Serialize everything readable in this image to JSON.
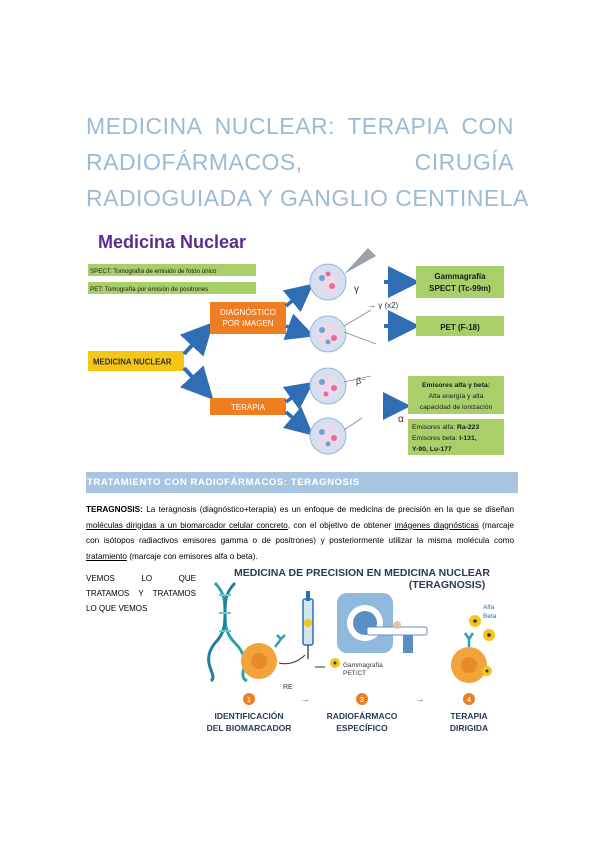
{
  "title": {
    "line1": [
      "MEDICINA",
      "NUCLEAR:",
      "TERAPIA",
      "CON"
    ],
    "line2": [
      "RADIOFÁRMACOS,",
      "CIRUGÍA"
    ],
    "line3": [
      "RADIOGUIADA Y GANGLIO CENTINELA"
    ]
  },
  "figure1": {
    "heading": "Medicina Nuclear",
    "spect": "SPECT: Tomografía de emisión de fotón único",
    "pet": "PET: Tomografía por emisión de positrones",
    "root": "MEDICINA NUCLEAR",
    "diag": [
      "DIAGNÓSTICO",
      "POR IMAGEN"
    ],
    "terapia": "TERAPIA",
    "gamma_symbol": "γ",
    "gamma_x2": "→ γ  (x2)",
    "beta_symbol": "β⁻",
    "alpha_symbol": "α",
    "gammagrafia": [
      "Gammagrafía",
      "SPECT (Tc-99m)"
    ],
    "pet_out": "PET (F-18)",
    "emisores_box": [
      "Emisores alfa y beta:",
      "Alta energía y alta",
      "capacidad de ionización"
    ],
    "emisores_alfa_label": "Emisores alfa: ",
    "emisores_alfa_val": "Ra-223",
    "emisores_beta_label": "Emisores beta: ",
    "emisores_beta_val": "I-131,",
    "emisores_beta_val2": "Y-90, Lu-177",
    "colors": {
      "purple": "#5b2d8e",
      "orange": "#ef7d22",
      "green": "#a9cf6a",
      "blue": "#2f6db5",
      "yellow": "#f5c518"
    }
  },
  "section": "TRATAMIENTO CON RADIOFÁRMACOS: TERAGNOSIS",
  "paragraph": {
    "lead": "TERAGNOSIS:",
    "t1": " La teragnosis (diagnóstico+terapia) es un enfoque de medicina de precisión en la que se diseñan ",
    "u1": "moléculas dirigidas a un biomarcador celular concreto",
    "t2": ", con el objetivo de obtener ",
    "u2": "imágenes diagnósticas",
    "t3": " (marcaje con isótopos radiactivos emisores gamma o de positrones) y posteriormente utilizar la misma molécula como ",
    "u3": "tratamiento",
    "t4": " (marcaje con emisores alfa o beta)."
  },
  "side_text": {
    "row1": [
      "VEMOS",
      "LO",
      "QUE"
    ],
    "row2": [
      "TRATAMOS",
      "Y",
      "TRATAMOS"
    ],
    "row3": "LO QUE VEMOS"
  },
  "figure2": {
    "title1": "MEDICINA DE PRECISION EN MEDICINA NUCLEAR",
    "title2": "(TERAGNOSIS)",
    "re": "RE",
    "gamma_label": [
      "Gammagrafía",
      "PET/CT"
    ],
    "alfa": "Alfa",
    "beta": "Beta",
    "steps": [
      {
        "num": "1",
        "l1": "IDENTIFICACIÓN",
        "l2": "DEL BIOMARCADOR"
      },
      {
        "num": "3",
        "l1": "RADIOFÁRMACO",
        "l2": "ESPECÍFICO"
      },
      {
        "num": "4",
        "l1": "TERAPIA",
        "l2": "DIRIGIDA"
      }
    ],
    "arrow": "→"
  }
}
